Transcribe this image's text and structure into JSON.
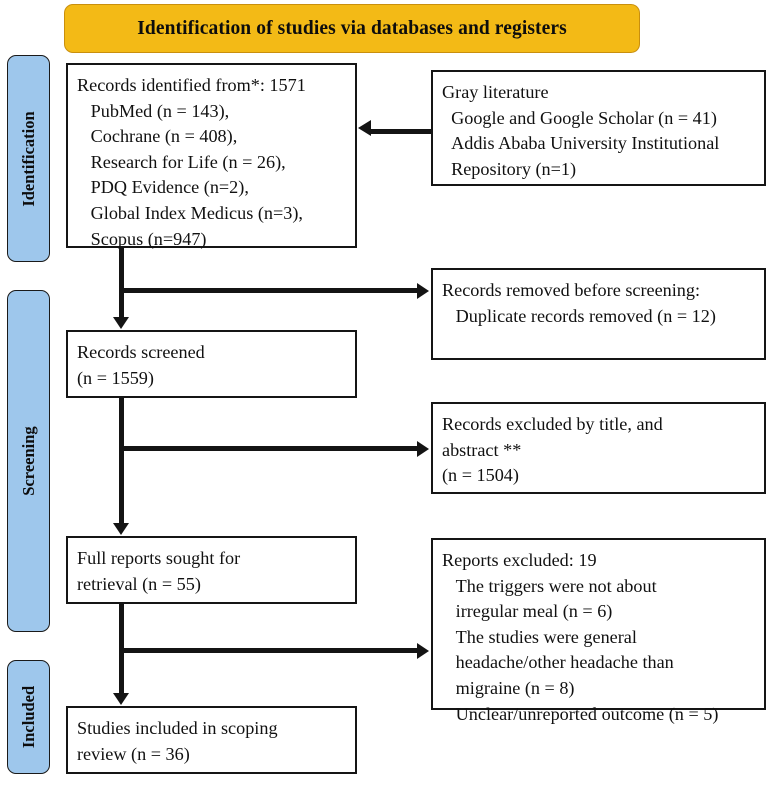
{
  "diagram": {
    "type": "prisma-flow-diagram",
    "banner": {
      "title": "Identification of studies via databases and registers"
    },
    "phases": [
      {
        "id": "identification",
        "label": "Identification"
      },
      {
        "id": "screening",
        "label": "Screening"
      },
      {
        "id": "included",
        "label": "Included"
      }
    ],
    "boxes": {
      "records_identified": {
        "name": "records-identified-box",
        "text": "Records identified from*: 1571\n   PubMed (n = 143),\n   Cochrane (n = 408),\n   Research for Life (n = 26),\n   PDQ Evidence (n=2),\n   Global Index Medicus (n=3),\n   Scopus (n=947)",
        "total": 1571,
        "sources": [
          {
            "label": "PubMed",
            "n": 143
          },
          {
            "label": "Cochrane",
            "n": 408
          },
          {
            "label": "Research for Life",
            "n": 26
          },
          {
            "label": "PDQ Evidence",
            "n": 2
          },
          {
            "label": "Global Index Medicus",
            "n": 3
          },
          {
            "label": "Scopus",
            "n": 947
          }
        ]
      },
      "gray_literature": {
        "name": "gray-literature-box",
        "text": "Gray literature\n  Google and Google Scholar (n = 41)\n  Addis Ababa University Institutional\n  Repository (n=1)",
        "sources": [
          {
            "label": "Google and Google Scholar",
            "n": 41
          },
          {
            "label": "Addis Ababa University Institutional Repository",
            "n": 1
          }
        ]
      },
      "records_removed": {
        "name": "records-removed-box",
        "text": "Records removed before screening:\n   Duplicate records removed (n = 12)",
        "duplicates_removed": 12
      },
      "records_screened": {
        "name": "records-screened-box",
        "text": "Records screened\n(n = 1559)",
        "n": 1559
      },
      "records_excluded": {
        "name": "records-excluded-box",
        "text": "Records excluded by title, and\nabstract **\n(n = 1504)",
        "n": 1504
      },
      "full_reports_sought": {
        "name": "full-reports-sought-box",
        "text": "Full reports sought for\nretrieval (n = 55)",
        "n": 55
      },
      "reports_excluded": {
        "name": "reports-excluded-box",
        "text": "Reports excluded: 19\n   The triggers were not about\n   irregular meal (n = 6)\n   The studies were general\n   headache/other headache than\n   migraine (n = 8)\n   Unclear/unreported outcome (n = 5)",
        "total": 19,
        "reasons": [
          {
            "label": "The triggers were not about irregular meal",
            "n": 6
          },
          {
            "label": "The studies were general headache/other headache than migraine",
            "n": 8
          },
          {
            "label": "Unclear/unreported outcome",
            "n": 5
          }
        ]
      },
      "studies_included": {
        "name": "studies-included-box",
        "text": "Studies included in scoping\nreview (n = 36)",
        "n": 36
      }
    },
    "colors": {
      "banner_fill": "#F3BA16",
      "banner_border": "#C98F0D",
      "phase_fill": "#9EC7EC",
      "box_border": "#151515",
      "arrow": "#141414",
      "text": "#111111"
    }
  }
}
